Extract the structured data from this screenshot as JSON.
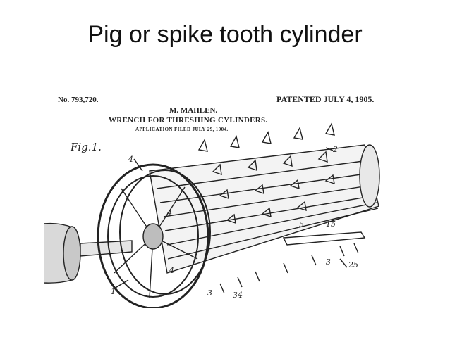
{
  "slide": {
    "title": "Pig or spike tooth cylinder"
  },
  "patent": {
    "number": "No. 793,720.",
    "date": "PATENTED JULY 4, 1905.",
    "inventor": "M. MAHLEN.",
    "title": "WRENCH FOR THRESHING CYLINDERS.",
    "filed": "APPLICATION FILED JULY 29, 1904.",
    "figure_label": "Fig.1."
  }
}
